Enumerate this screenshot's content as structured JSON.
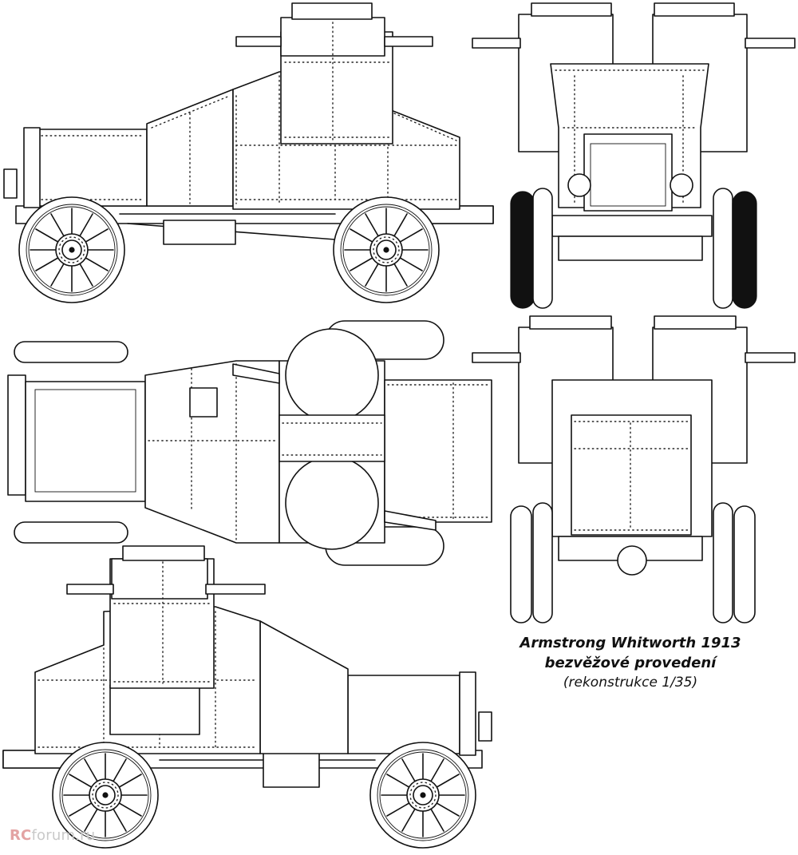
{
  "caption": {
    "line1": "Armstrong Whitworth 1913",
    "line2": "bezvěžové provedení",
    "line3": "(rekonstrukce 1/35)"
  },
  "watermark": {
    "prefix": "RC",
    "suffix": "forum.ru"
  },
  "views": [
    "side-view-right",
    "front-view",
    "top-view",
    "rear-view",
    "side-view-left"
  ]
}
